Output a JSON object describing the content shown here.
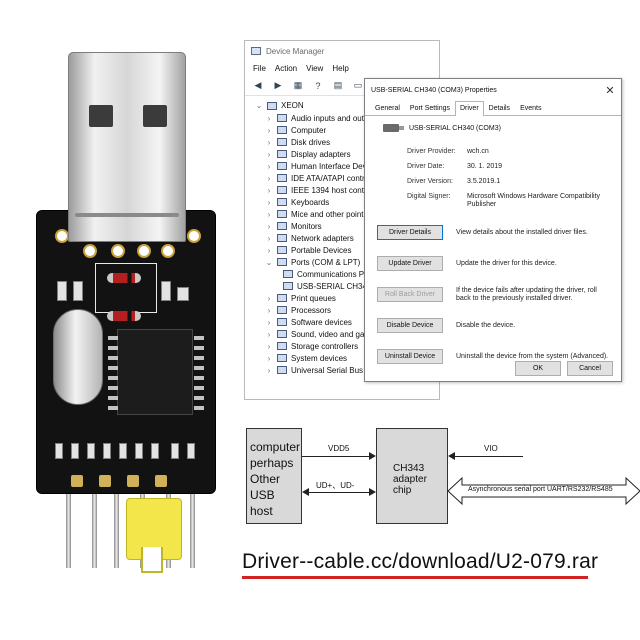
{
  "device_manager": {
    "title": "Device Manager",
    "menu": [
      "File",
      "Action",
      "View",
      "Help"
    ],
    "toolbar_icons": [
      "back-arrow-icon",
      "forward-arrow-icon",
      "properties-icon",
      "help-icon",
      "scan-icon",
      "monitor-icon"
    ],
    "root": "XEON",
    "items": [
      "Audio inputs and outputs",
      "Computer",
      "Disk drives",
      "Display adapters",
      "Human Interface Devices",
      "IDE ATA/ATAPI controllers",
      "IEEE 1394 host controllers",
      "Keyboards",
      "Mice and other pointing devices",
      "Monitors",
      "Network adapters",
      "Portable Devices",
      "Ports (COM & LPT)",
      "Communications Port",
      "USB-SERIAL CH340",
      "Print queues",
      "Processors",
      "Software devices",
      "Sound, video and game controllers",
      "Storage controllers",
      "System devices",
      "Universal Serial Bus controllers"
    ]
  },
  "properties": {
    "title": "USB-SERIAL CH340 (COM3) Properties",
    "close": "✕",
    "tabs": [
      "General",
      "Port Settings",
      "Driver",
      "Details",
      "Events"
    ],
    "active_tab": "Driver",
    "device_name": "USB-SERIAL CH340 (COM3)",
    "info": [
      {
        "label": "Driver Provider:",
        "value": "wch.cn"
      },
      {
        "label": "Driver Date:",
        "value": "30. 1. 2019"
      },
      {
        "label": "Driver Version:",
        "value": "3.5.2019.1"
      },
      {
        "label": "Digital Signer:",
        "value": "Microsoft Windows Hardware Compatibility Publisher"
      }
    ],
    "buttons": [
      {
        "label": "Driver Details",
        "desc": "View details about the installed driver files."
      },
      {
        "label": "Update Driver",
        "desc": "Update the driver for this device."
      },
      {
        "label": "Roll Back Driver",
        "desc": "If the device fails after updating the driver, roll back to the previously installed driver."
      },
      {
        "label": "Disable Device",
        "desc": "Disable the device."
      },
      {
        "label": "Uninstall Device",
        "desc": "Uninstall the device from the system (Advanced)."
      }
    ],
    "ok": "OK",
    "cancel": "Cancel"
  },
  "diagram": {
    "computer_lines": [
      "computer",
      "perhaps",
      "Other",
      "USB host"
    ],
    "chip_lines": [
      "CH343",
      "adapter",
      "chip"
    ],
    "vdd5": "VDD5",
    "udata": "UD+、UD-",
    "vio": "VIO",
    "serial": "Asynchronous serial port UART/RS232/RS485"
  },
  "download_url": "Driver--cable.cc/download/U2-079.rar",
  "colors": {
    "accent_underline": "#d32222",
    "focus_border": "#0078d7",
    "jumper": "#f2e64a"
  }
}
